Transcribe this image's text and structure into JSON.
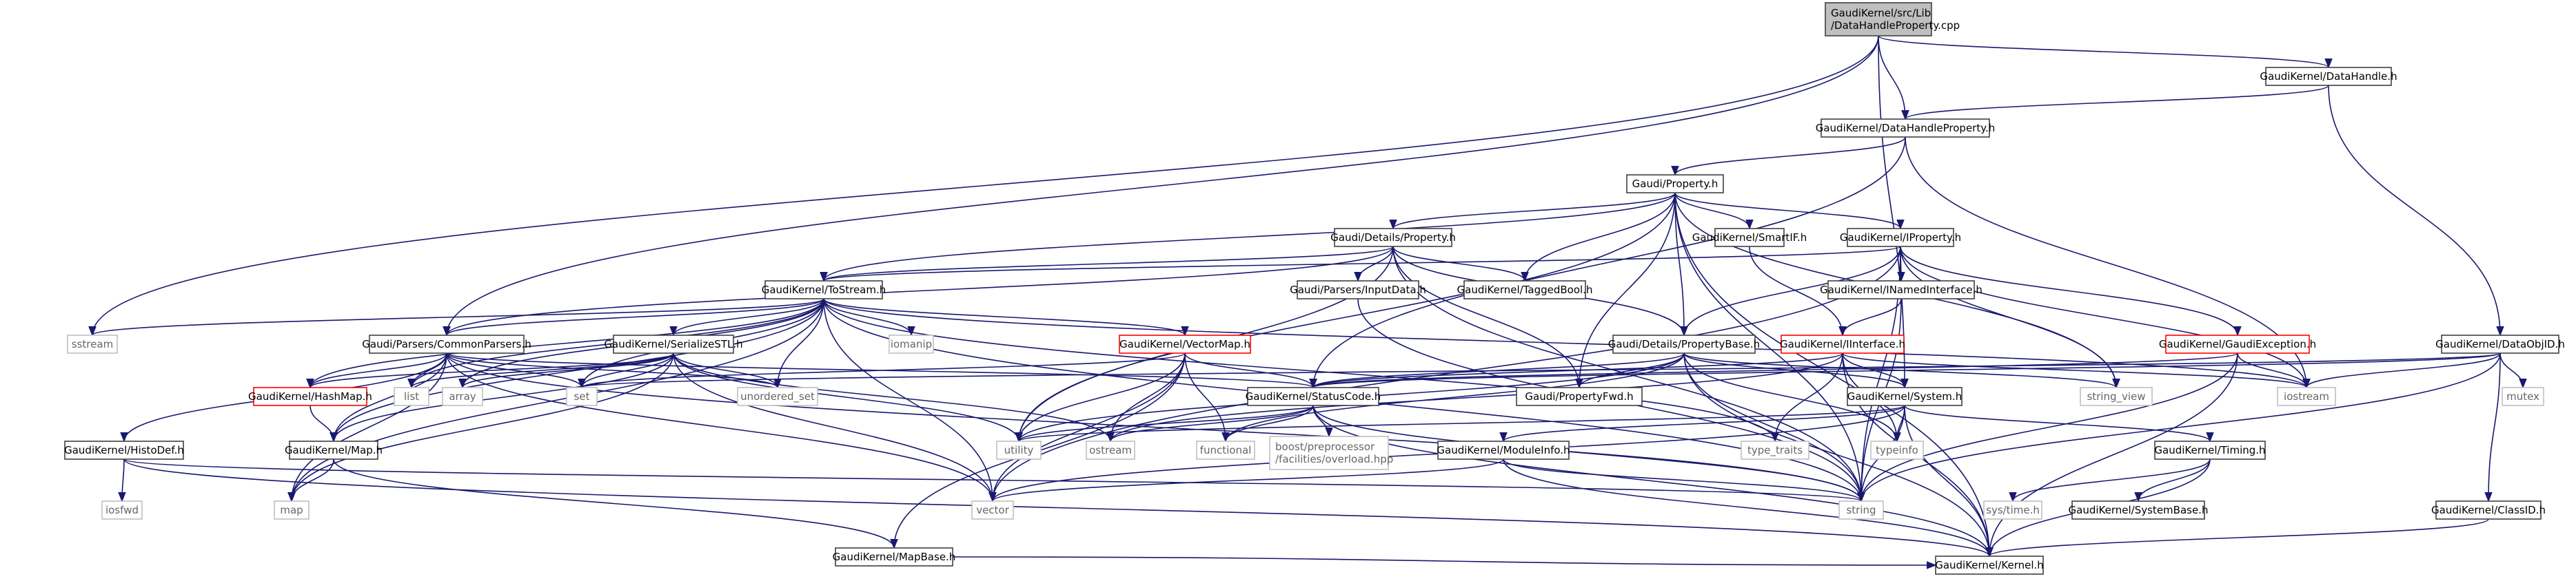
{
  "nodes": {
    "root": [
      "GaudiKernel/src/Lib",
      "/DataHandleProperty.cpp"
    ],
    "datahandle": [
      "GaudiKernel/DataHandle.h"
    ],
    "datahandleproperty": [
      "GaudiKernel/DataHandleProperty.h"
    ],
    "property": [
      "Gaudi/Property.h"
    ],
    "details_property": [
      "Gaudi/Details/Property.h"
    ],
    "smartif": [
      "GaudiKernel/SmartIF.h"
    ],
    "iproperty": [
      "GaudiKernel/IProperty.h"
    ],
    "tostream": [
      "GaudiKernel/ToStream.h"
    ],
    "inputdata": [
      "Gaudi/Parsers/InputData.h"
    ],
    "taggedbool": [
      "GaudiKernel/TaggedBool.h"
    ],
    "inamedinterface": [
      "GaudiKernel/INamedInterface.h"
    ],
    "sstream": [
      "sstream"
    ],
    "commonparsers": [
      "Gaudi/Parsers/CommonParsers.h"
    ],
    "serializestl": [
      "GaudiKernel/SerializeSTL.h"
    ],
    "iomanip": [
      "iomanip"
    ],
    "vectormap": [
      "GaudiKernel/VectorMap.h"
    ],
    "propertybase": [
      "Gaudi/Details/PropertyBase.h"
    ],
    "iinterface": [
      "GaudiKernel/IInterface.h"
    ],
    "gaudiexception": [
      "GaudiKernel/GaudiException.h"
    ],
    "dataobjid": [
      "GaudiKernel/DataObjID.h"
    ],
    "hashmap": [
      "GaudiKernel/HashMap.h"
    ],
    "list": [
      "list"
    ],
    "array": [
      "array"
    ],
    "set": [
      "set"
    ],
    "unordered_set": [
      "unordered_set"
    ],
    "statuscode": [
      "GaudiKernel/StatusCode.h"
    ],
    "propertyfwd": [
      "Gaudi/PropertyFwd.h"
    ],
    "string_view": [
      "string_view"
    ],
    "iostream": [
      "iostream"
    ],
    "mutex": [
      "mutex"
    ],
    "system": [
      "GaudiKernel/System.h"
    ],
    "histodef": [
      "GaudiKernel/HistoDef.h"
    ],
    "map_h": [
      "GaudiKernel/Map.h"
    ],
    "utility": [
      "utility"
    ],
    "ostream": [
      "ostream"
    ],
    "functional": [
      "functional"
    ],
    "overload": [
      "boost/preprocessor",
      "/facilities/overload.hpp"
    ],
    "type_traits": [
      "type_traits"
    ],
    "typeinfo": [
      "typeinfo"
    ],
    "moduleinfo": [
      "GaudiKernel/ModuleInfo.h"
    ],
    "timing": [
      "GaudiKernel/Timing.h"
    ],
    "iosfwd": [
      "iosfwd"
    ],
    "map": [
      "map"
    ],
    "vector": [
      "vector"
    ],
    "string": [
      "string"
    ],
    "systime": [
      "sys/time.h"
    ],
    "systembase": [
      "GaudiKernel/SystemBase.h"
    ],
    "classid": [
      "GaudiKernel/ClassID.h"
    ],
    "mapbase": [
      "GaudiKernel/MapBase.h"
    ],
    "kernel": [
      "GaudiKernel/Kernel.h"
    ]
  },
  "colors": {
    "edge": "#191970",
    "node_border": "#404040",
    "truncated_border": "#ff0000",
    "system_header_border": "#bfbfbf",
    "root_fill": "#bfbfbf"
  }
}
